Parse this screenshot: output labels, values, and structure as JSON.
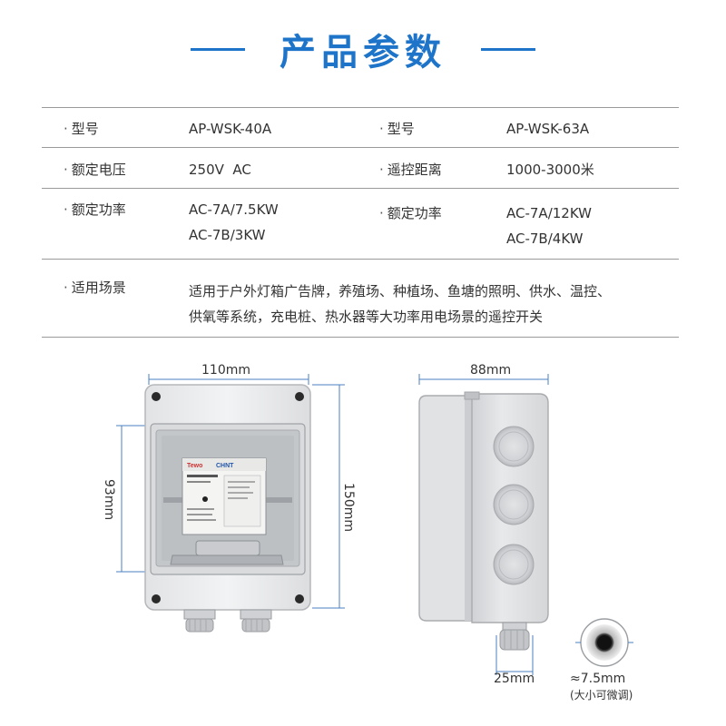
{
  "title": "产品参数",
  "specs": {
    "row1": {
      "label_left": "型号",
      "value_left": "AP-WSK-40A",
      "label_right": "型号",
      "value_right": "AP-WSK-63A"
    },
    "row2": {
      "label_left": "额定电压",
      "value_left": "250V  AC",
      "label_right": "遥控距离",
      "value_right": "1000-3000米"
    },
    "row3": {
      "label_left": "额定功率",
      "value_left_1": "AC-7A/7.5KW",
      "value_left_2": "AC-7B/3KW",
      "label_right": "额定功率",
      "value_right_1": "AC-7A/12KW",
      "value_right_2": "AC-7B/4KW"
    },
    "row4": {
      "label": "适用场景",
      "line1": "适用于户外灯箱广告牌，养殖场、种植场、鱼塘的照明、供水、温控、",
      "line2": "供氧等系统，充电桩、热水器等大功率用电场景的遥控开关"
    }
  },
  "dimensions": {
    "front_width": "110mm",
    "front_inner_height": "93mm",
    "front_height": "150mm",
    "side_depth": "88mm",
    "gland_length": "25mm",
    "cable_diameter": "≈7.5mm",
    "cable_note": "(大小可微调)"
  },
  "colors": {
    "accent": "#1e74c9",
    "dim_line": "#4a7fc1"
  }
}
